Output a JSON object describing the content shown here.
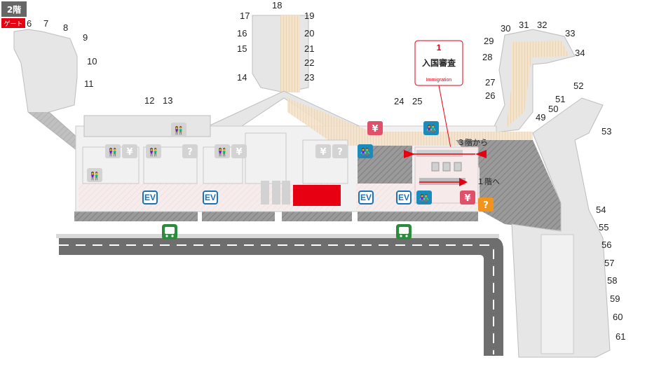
{
  "floor": {
    "label": "2階",
    "gate_badge": "ゲート"
  },
  "gates": [
    "6",
    "7",
    "8",
    "9",
    "10",
    "11",
    "12",
    "13",
    "14",
    "15",
    "16",
    "17",
    "18",
    "19",
    "20",
    "21",
    "22",
    "23",
    "24",
    "25",
    "26",
    "27",
    "28",
    "29",
    "30",
    "31",
    "32",
    "33",
    "34",
    "49",
    "50",
    "51",
    "52",
    "53",
    "54",
    "55",
    "56",
    "57",
    "58",
    "59",
    "60",
    "61"
  ],
  "callout": {
    "number": "1",
    "title": "入国審査",
    "subtitle": "Immigration"
  },
  "escalator_labels": {
    "from_3f": "３階から",
    "to_1f": "１階へ"
  },
  "icons": {
    "ev": "EV",
    "currency": "¥",
    "info": "?",
    "restroom": "restroom-icon",
    "bus": "bus-icon"
  },
  "colors": {
    "immigration_highlight": "#e60012",
    "restroom_active": "#1a8bbd",
    "currency_active": "#e0506a",
    "info_active": "#f0941e",
    "bus": "#2c8b3c",
    "road": "#6e6e6e",
    "gate_badge": "#e60012",
    "floor_badge": "#666666"
  }
}
